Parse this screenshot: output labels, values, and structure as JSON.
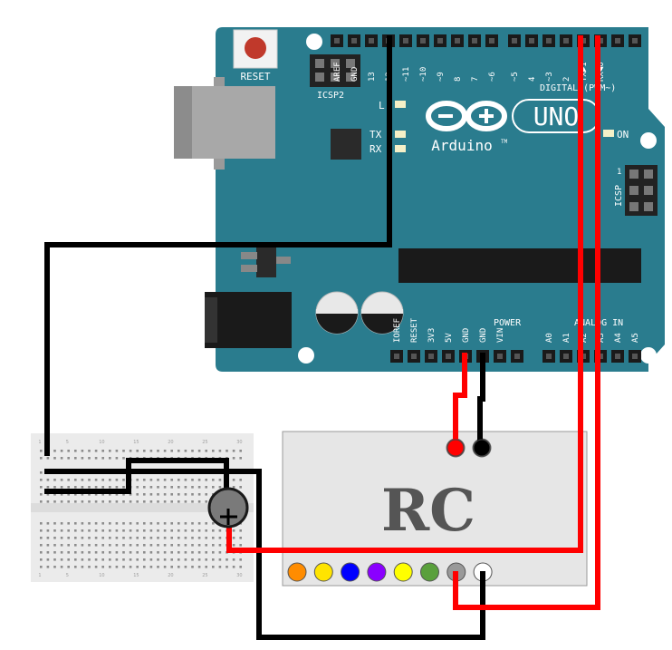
{
  "board": {
    "reset_label": "RESET",
    "icsp2_label": "ICSP2",
    "icsp_label": "ICSP",
    "icsp_pin1_label": "1",
    "brand_label": "Arduino",
    "trademark_label": "TM",
    "model_label": "UNO",
    "digital_label": "DIGITAL (PWM~)",
    "power_label": "POWER",
    "analog_label": "ANALOG IN",
    "on_label": "ON",
    "led_l_label": "L",
    "led_tx_label": "TX",
    "led_rx_label": "RX",
    "digital_pin_labels": [
      "AREF",
      "GND",
      "13",
      "12",
      "~11",
      "~10",
      "~9",
      "8",
      "7",
      "~6",
      "~5",
      "4",
      "~3",
      "2",
      "TX▶1",
      "RX◀0"
    ],
    "power_pin_labels": [
      "IOREF",
      "RESET",
      "3V3",
      "5V",
      "GND",
      "GND",
      "VIN"
    ],
    "analog_pin_labels": [
      "A0",
      "A1",
      "A2",
      "A3",
      "A4",
      "A5"
    ]
  },
  "receiver": {
    "label": "RC",
    "connector_colors": [
      "#ff8c00",
      "#ffe400",
      "#0000ff",
      "#8a00ff",
      "#ffff00",
      "#5aa03c",
      "#999999",
      "#ffffff"
    ]
  },
  "breadboard": {
    "column_numbers": [
      "1",
      "5",
      "10",
      "15",
      "20",
      "25",
      "30"
    ]
  },
  "colors": {
    "board": "#2a7c8e",
    "board_dark": "#1f6676",
    "wire_red": "#ff0000",
    "wire_black": "#000000",
    "receiver_fill": "#e6e6e6"
  }
}
